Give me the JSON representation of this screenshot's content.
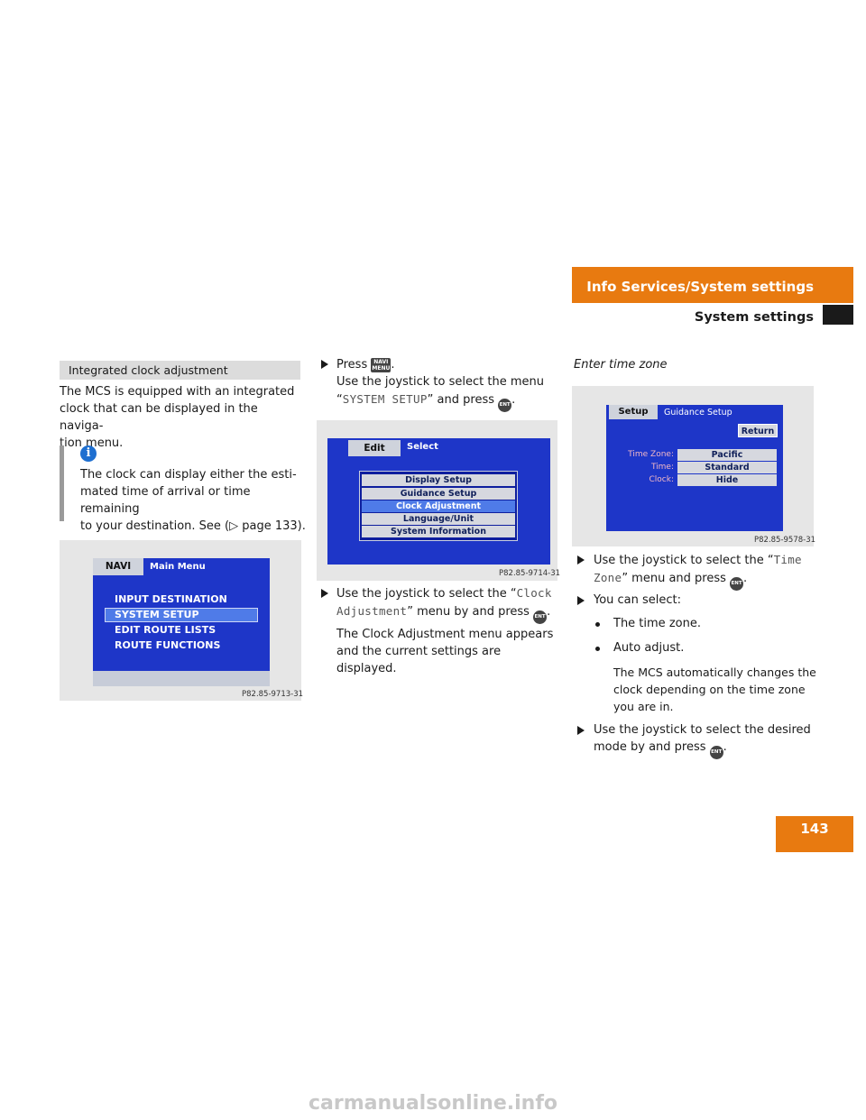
{
  "header": {
    "title": "Info Services/System settings",
    "subtitle": "System settings"
  },
  "page_number": "143",
  "section": {
    "heading": "Integrated clock adjustment",
    "intro": [
      "The MCS is equipped with an integrated",
      "clock that can be displayed in the naviga-",
      "tion menu."
    ]
  },
  "info": {
    "icon": "i",
    "lines": [
      "The clock can display either the esti-",
      "mated time of arrival or time remaining"
    ],
    "line3_pre": "to your destination. See (",
    "line3_arrow": "▷",
    "line3_post": " page 133)."
  },
  "screen1": {
    "tab": "NAVI",
    "heading": "Main Menu",
    "items": [
      "INPUT DESTINATION",
      "SYSTEM SETUP",
      "EDIT ROUTE LISTS",
      "ROUTE FUNCTIONS"
    ],
    "caption": "P82.85-9713-31"
  },
  "screen2": {
    "tab": "Edit",
    "heading": "Select",
    "items": [
      "Display Setup",
      "Guidance Setup",
      "Clock Adjustment",
      "Language/Unit",
      "System Information"
    ],
    "caption": "P82.85-9714-31"
  },
  "screen3": {
    "tab": "Setup",
    "heading": "Guidance Setup",
    "return_label": "Return",
    "labels": [
      "Time Zone:",
      "Time:",
      "Clock:"
    ],
    "values": [
      "Pacific",
      "Standard",
      "Hide"
    ],
    "caption": "P82.85-9578-31"
  },
  "keys": {
    "navi_top": "NAVI",
    "navi_bottom": "MENU",
    "ent": "ENT"
  },
  "col2": {
    "step1_press": "Press",
    "step1_line2": "Use the joystick to select the menu",
    "step1_q_open": "“",
    "step1_menu": "SYSTEM SETUP",
    "step1_post": "” and press",
    "period": ".",
    "step2_pre": "Use the joystick to select the “",
    "step2_menu1": "Clock",
    "step2_menu2": "Adjustment",
    "step2_post": "” menu by and press",
    "result": [
      "The Clock Adjustment menu appears",
      "and the current settings are displayed."
    ]
  },
  "col3": {
    "heading": "Enter time zone",
    "step1_pre": "Use the joystick to select the “",
    "step1_menu1": "Time",
    "step1_menu2": "Zone",
    "step1_post": "” menu and press",
    "step2": "You can select:",
    "opt1": "The time zone.",
    "opt2": "Auto adjust.",
    "opt2_desc": [
      "The MCS automatically changes the",
      "clock depending on the time zone",
      "you are in."
    ],
    "step3_line1": "Use the joystick to select the desired",
    "step3_line2": "mode by and press"
  },
  "watermark": "carmanualsonline.info",
  "colors": {
    "accent": "#e87a10",
    "screen_blue": "#1e36c8",
    "info_blue": "#1e6fd0"
  }
}
